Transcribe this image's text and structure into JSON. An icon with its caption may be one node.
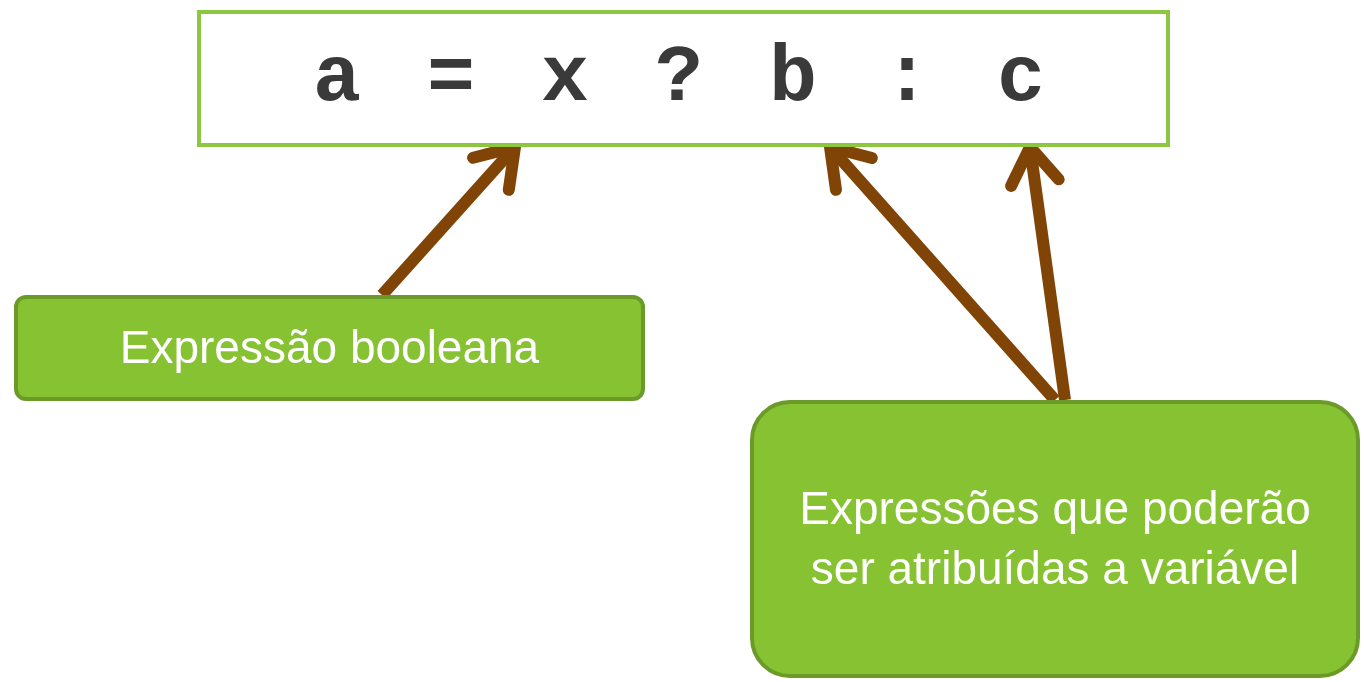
{
  "diagram": {
    "nodes": [
      {
        "text": [
          "a = x ? b : c"
        ]
      },
      {
        "text": [
          "Expressão booleana"
        ]
      },
      {
        "text": [
          "Expressões que poderão ser atribuídas a variável"
        ]
      }
    ],
    "edges": [
      {
        "from": 1,
        "to": 0,
        "arrow": "to"
      },
      {
        "from": 2,
        "to": 0,
        "arrow": "to"
      },
      {
        "from": 2,
        "to": 0,
        "arrow": "to"
      }
    ]
  }
}
